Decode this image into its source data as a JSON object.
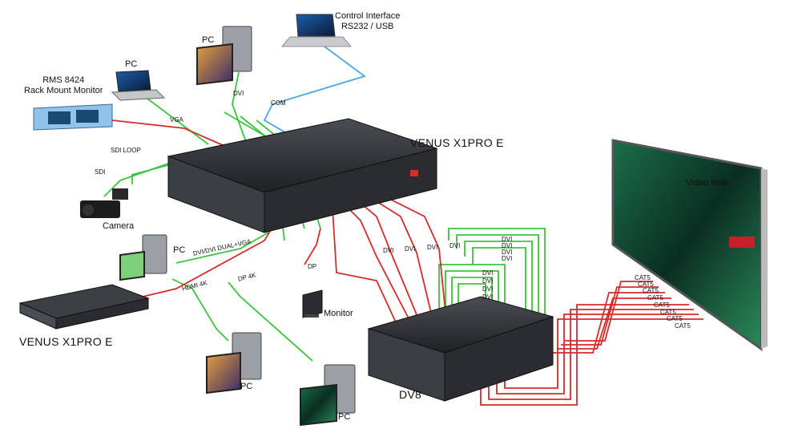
{
  "devices": {
    "control_interface": {
      "title": "Control Interface",
      "subtitle": "RS232 / USB"
    },
    "pc_top": "PC",
    "pc_laptop": "PC",
    "rms": {
      "title": "RMS 8424",
      "subtitle": "Rack Mount Monitor"
    },
    "camera": "Camera",
    "pc_left": "PC",
    "venus_main": "VENUS X1PRO E",
    "venus_left": "VENUS X1PRO E",
    "monitor": "Monitor",
    "pc_bottom1": "PC",
    "pc_bottom2": "PC",
    "dv8": "DV8",
    "video_wall": "Video Wall"
  },
  "connections": {
    "vga": "VGA",
    "sdi_loop": "SDI LOOP",
    "sdi": "SDI",
    "dvi_top": "DVI",
    "com": "COM",
    "dvi_dual_vga": "DVI/DVI DUAL+VGA",
    "hdmi4k": "HDMI 4K",
    "dp4k": "DP 4K",
    "dp": "DP",
    "dvi_outputs": [
      "DVI",
      "DVI",
      "DVI",
      "DVI"
    ],
    "dvi_loops": [
      "DVI",
      "DVI",
      "DVI",
      "DVI",
      "DVI",
      "DVI",
      "DVI",
      "DVI"
    ],
    "cat5": [
      "CAT5",
      "CAT5",
      "CAT5",
      "CAT5",
      "CAT5",
      "CAT5",
      "CAT5",
      "CAT5"
    ]
  },
  "colors": {
    "green_cable": "#3cc43c",
    "red_cable": "#d62b2b",
    "blue_cable": "#4aa8e0",
    "device_dark": "#2a2c30",
    "wall_screen": "#0c3a2a"
  }
}
